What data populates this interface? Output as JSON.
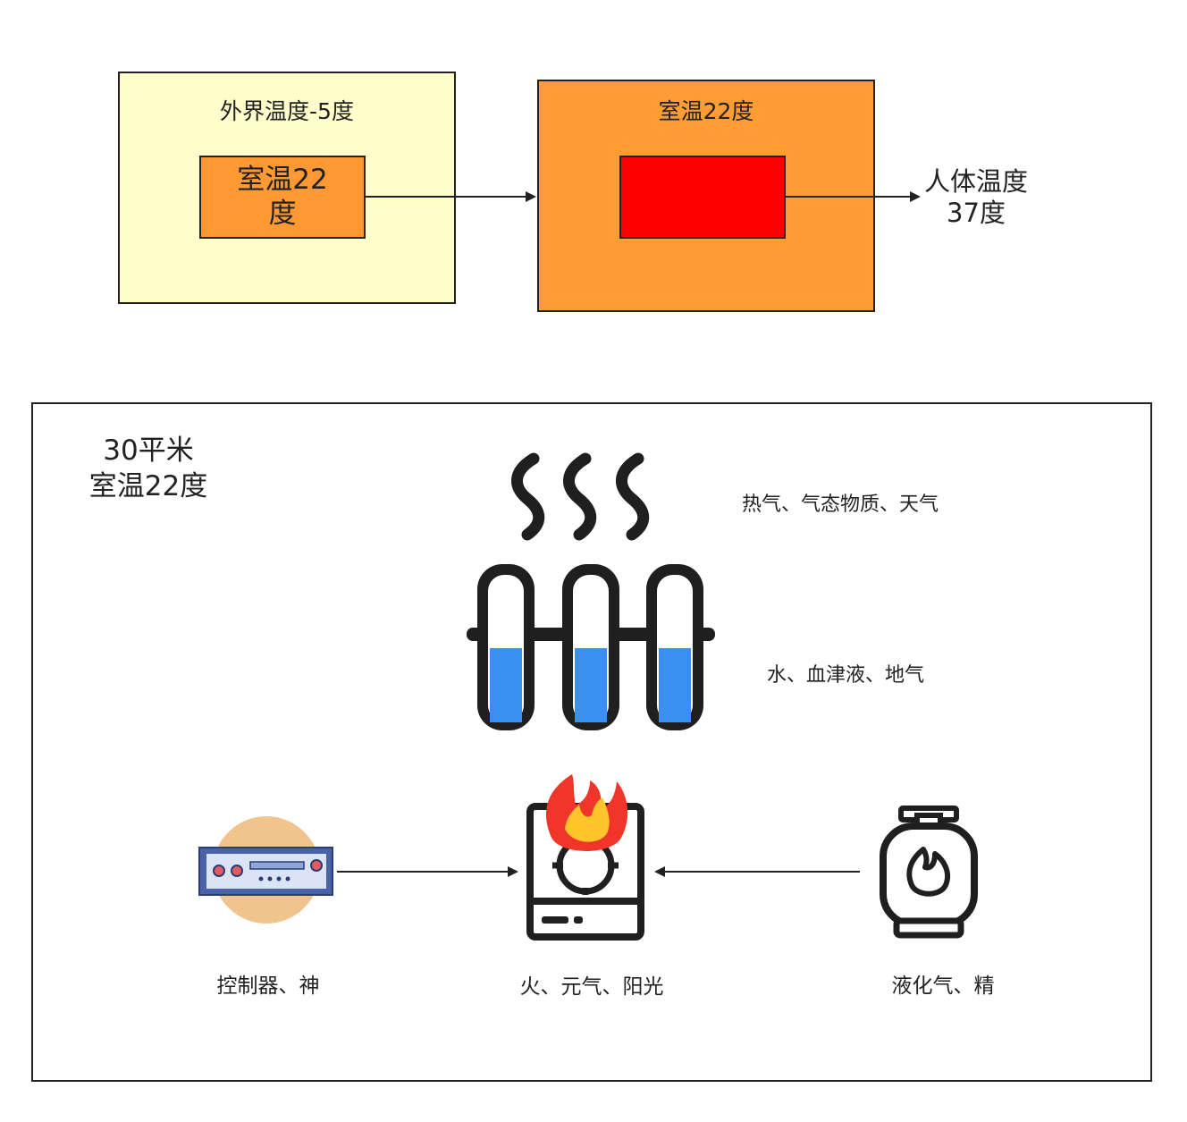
{
  "top": {
    "outer_left": {
      "label": "外界温度-5度",
      "fill": "#ffffcc"
    },
    "inner_left": {
      "label": "室温22\n度",
      "fill": "#ff9933"
    },
    "outer_right": {
      "label": "室温22度",
      "fill": "#ff9d35"
    },
    "inner_right": {
      "fill": "#ff0000"
    },
    "body_temp": "人体温度\n37度"
  },
  "bottom": {
    "room_label": "30平米\n室温22度",
    "steam_label": "热气、气态物质、天气",
    "tubes_label": "水、血津液、地气",
    "controller_label": "控制器、神",
    "stove_label": "火、元气、阳光",
    "gas_label": "液化气、精",
    "icons": [
      "steam-icon",
      "test-tubes-icon",
      "controller-icon",
      "stove-fire-icon",
      "gas-cylinder-icon"
    ]
  }
}
